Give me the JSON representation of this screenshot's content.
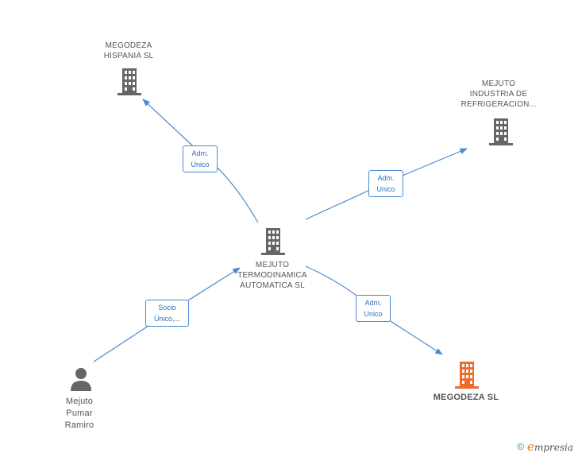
{
  "colors": {
    "edge": "#4a8ad4",
    "building": "#666666",
    "focus_building": "#f06a2a",
    "person": "#666666"
  },
  "nodes": {
    "megodeza_hispania": {
      "lines": [
        "MEGODEZA",
        "HISPANIA  SL"
      ],
      "icon": "building-icon"
    },
    "mejuto_industria": {
      "lines": [
        "MEJUTO",
        "INDUSTRIA DE",
        "REFRIGERACION..."
      ],
      "icon": "building-icon"
    },
    "mejuto_termodinamica": {
      "lines": [
        "MEJUTO",
        "TERMODINAMICA",
        "AUTOMATICA SL"
      ],
      "icon": "building-icon"
    },
    "megodeza_sl": {
      "lines": [
        "MEGODEZA SL"
      ],
      "icon": "building-icon"
    },
    "mejuto_pumar": {
      "lines": [
        "Mejuto",
        "Pumar",
        "Ramiro"
      ],
      "icon": "person-icon"
    }
  },
  "edges": {
    "to_hispania": {
      "lines": [
        "Adm.",
        "Unico"
      ]
    },
    "to_industria": {
      "lines": [
        "Adm.",
        "Unico"
      ]
    },
    "to_megodeza_sl": {
      "lines": [
        "Adm.",
        "Unico"
      ]
    },
    "from_person": {
      "lines": [
        "Socio",
        "Único,..."
      ]
    }
  },
  "footer": {
    "copyright": "©",
    "brand_initial": "e",
    "brand_rest": "mpresia"
  }
}
